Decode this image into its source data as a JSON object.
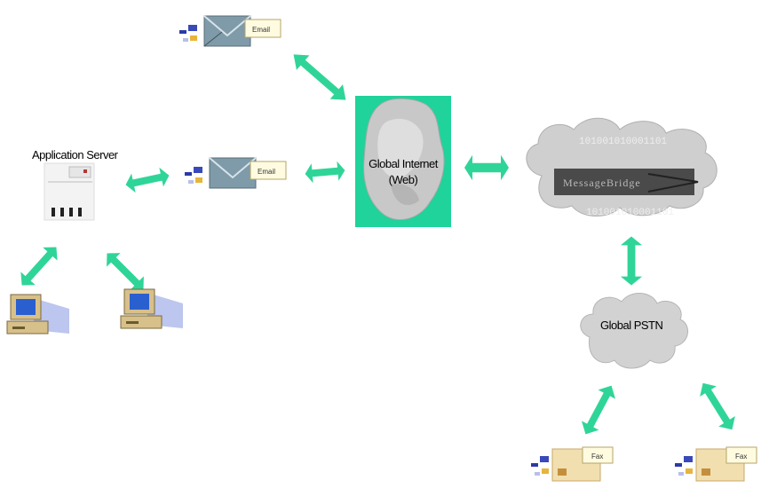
{
  "diagram": {
    "server": {
      "label": "Application Server"
    },
    "internet": {
      "line1": "Global Internet",
      "line2": "(Web)"
    },
    "cloud_logo": {
      "text": "MessageBridge",
      "binary_text": "101001010001101"
    },
    "pstn": {
      "label": "Global PSTN"
    },
    "email_icon_text": "Email",
    "fax_icon_text": "Fax",
    "colors": {
      "arrow": "#2fd598",
      "internet_bg": "#1fd39a",
      "cloud": "#cfcfcf",
      "monitor_screen": "#2a5fd0",
      "computer_beige": "#d8c08a"
    }
  }
}
